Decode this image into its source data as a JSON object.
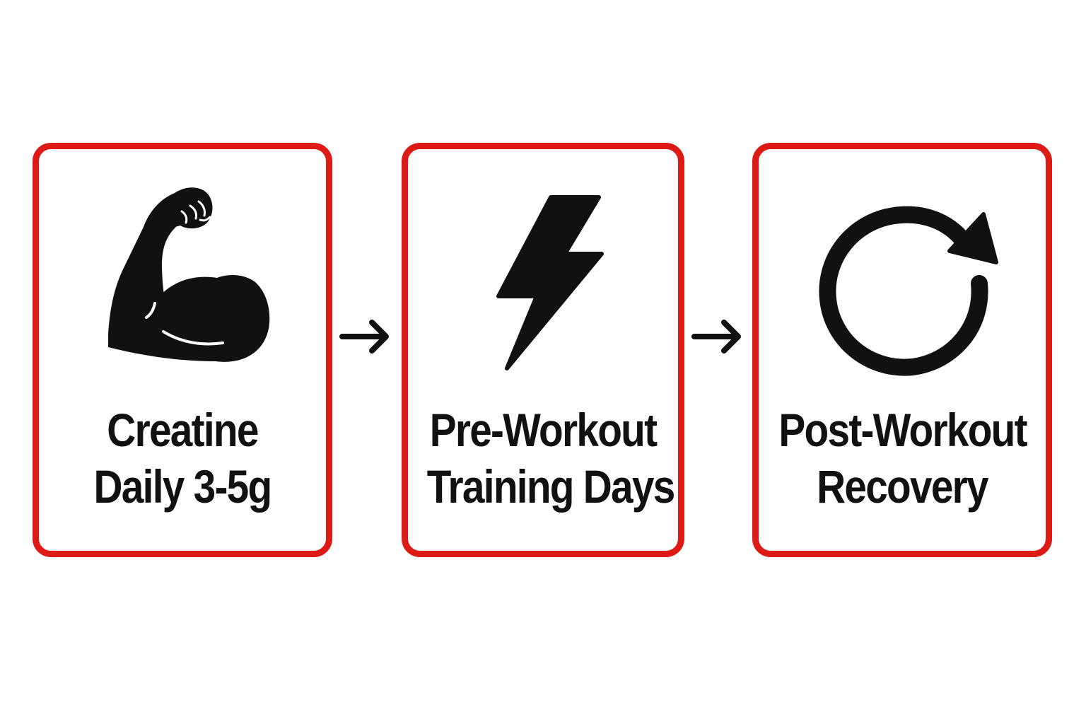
{
  "steps": [
    {
      "icon": "flexed-bicep-icon",
      "line1": "Creatine",
      "line2": "Daily 3-5g"
    },
    {
      "icon": "lightning-bolt-icon",
      "line1": "Pre-Workout",
      "line2": "Training Days"
    },
    {
      "icon": "circular-refresh-arrow-icon",
      "line1": "Post-Workout",
      "line2": "Recovery"
    }
  ],
  "colors": {
    "border": "#dd1a16",
    "text": "#111111",
    "icon": "#111111",
    "background": "#ffffff"
  },
  "connectors": [
    "right-arrow-icon",
    "right-arrow-icon"
  ]
}
